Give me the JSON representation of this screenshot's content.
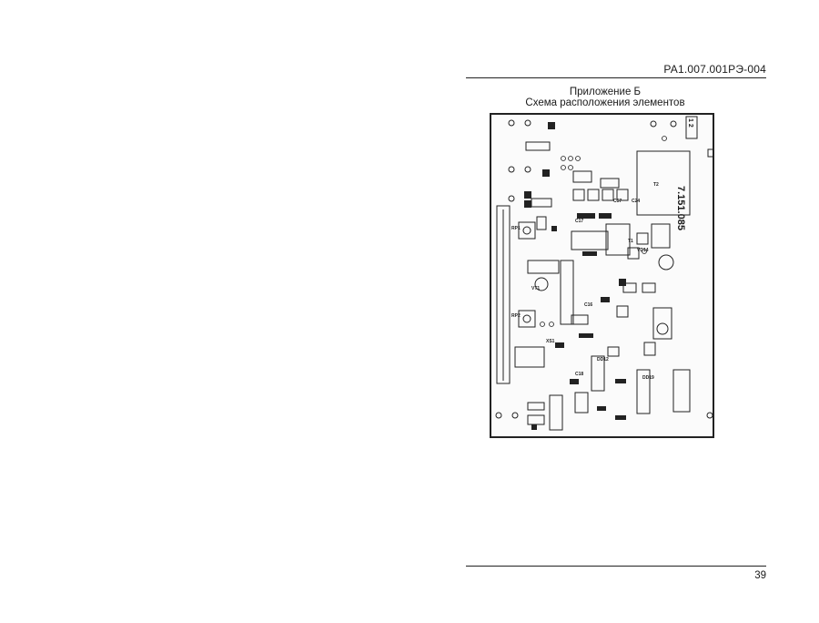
{
  "header": {
    "doc_code": "РА1.007.001РЭ-004"
  },
  "appendix": {
    "title": "Приложение Б",
    "subtitle": "Схема расположения элементов"
  },
  "board": {
    "label": "7.151.085",
    "connector_label": "1 2",
    "component_labels": [
      "T2",
      "T1",
      "VD14",
      "VT1",
      "RP1",
      "RP2",
      "XS1",
      "DD12",
      "DD19",
      "C17",
      "C18",
      "C57",
      "C16",
      "C24"
    ]
  },
  "footer": {
    "page_number": "39"
  }
}
